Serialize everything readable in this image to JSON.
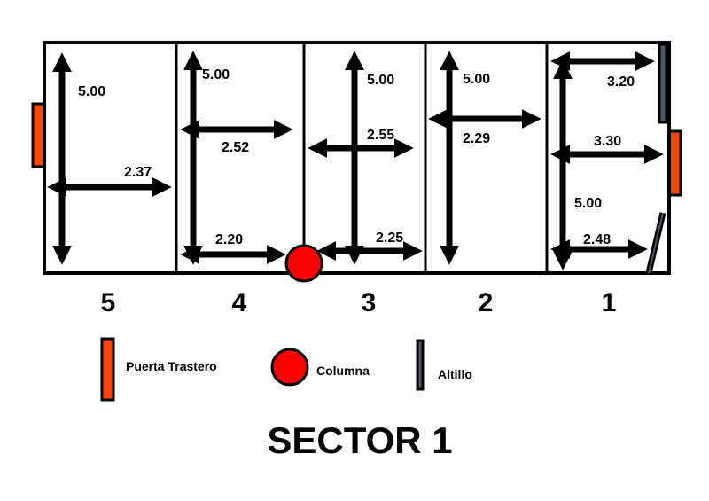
{
  "title": "SECTOR 1",
  "colors": {
    "door": "#ff4500",
    "column": "#ff0000",
    "altillo": "#4a5568"
  },
  "rooms": [
    {
      "number": "5",
      "dims": [
        "5.00",
        "2.37"
      ]
    },
    {
      "number": "4",
      "dims": [
        "5.00",
        "2.52",
        "2.20"
      ]
    },
    {
      "number": "3",
      "dims": [
        "5.00",
        "2.55",
        "2.25"
      ]
    },
    {
      "number": "2",
      "dims": [
        "5.00",
        "2.29"
      ]
    },
    {
      "number": "1",
      "dims": [
        "3.20",
        "3.30",
        "5.00",
        "2.48"
      ]
    }
  ],
  "legend": {
    "door": "Puerta Trastero",
    "column": "Columna",
    "altillo": "Altillo"
  }
}
